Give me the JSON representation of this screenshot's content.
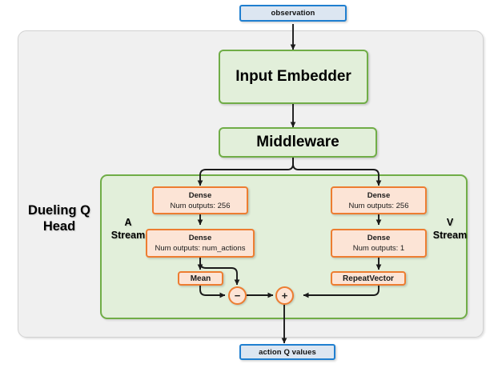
{
  "diagram": {
    "title_block": "Dueling Q Head",
    "io": {
      "input_label": "observation",
      "output_label": "action Q values"
    },
    "backbone": [
      {
        "id": "input-embedder",
        "label": "Input Embedder"
      },
      {
        "id": "middleware",
        "label": "Middleware"
      }
    ],
    "streams": {
      "advantage": {
        "label_line1": "A",
        "label_line2": "Stream",
        "nodes": [
          {
            "id": "a-dense-1",
            "title": "Dense",
            "subtitle": "Num outputs: 256"
          },
          {
            "id": "a-dense-2",
            "title": "Dense",
            "subtitle": "Num outputs: num_actions"
          },
          {
            "id": "mean",
            "title": "Mean"
          }
        ],
        "operator": "−"
      },
      "value": {
        "label_line1": "V",
        "label_line2": "Stream",
        "nodes": [
          {
            "id": "v-dense-1",
            "title": "Dense",
            "subtitle": "Num outputs: 256"
          },
          {
            "id": "v-dense-2",
            "title": "Dense",
            "subtitle": "Num outputs: 1"
          },
          {
            "id": "repeat-vector",
            "title": "RepeatVector"
          }
        ],
        "operator": "+"
      }
    },
    "colors": {
      "io_fill": "#dce6f1",
      "io_border": "#1f7fd0",
      "block_fill": "#e2efda",
      "block_border": "#70ad47",
      "op_fill": "#fce4d6",
      "op_border": "#ed7d31",
      "panel_fill": "#f0f0f0",
      "panel_border": "#d2d2d2",
      "edge": "#1a1a1a"
    }
  }
}
